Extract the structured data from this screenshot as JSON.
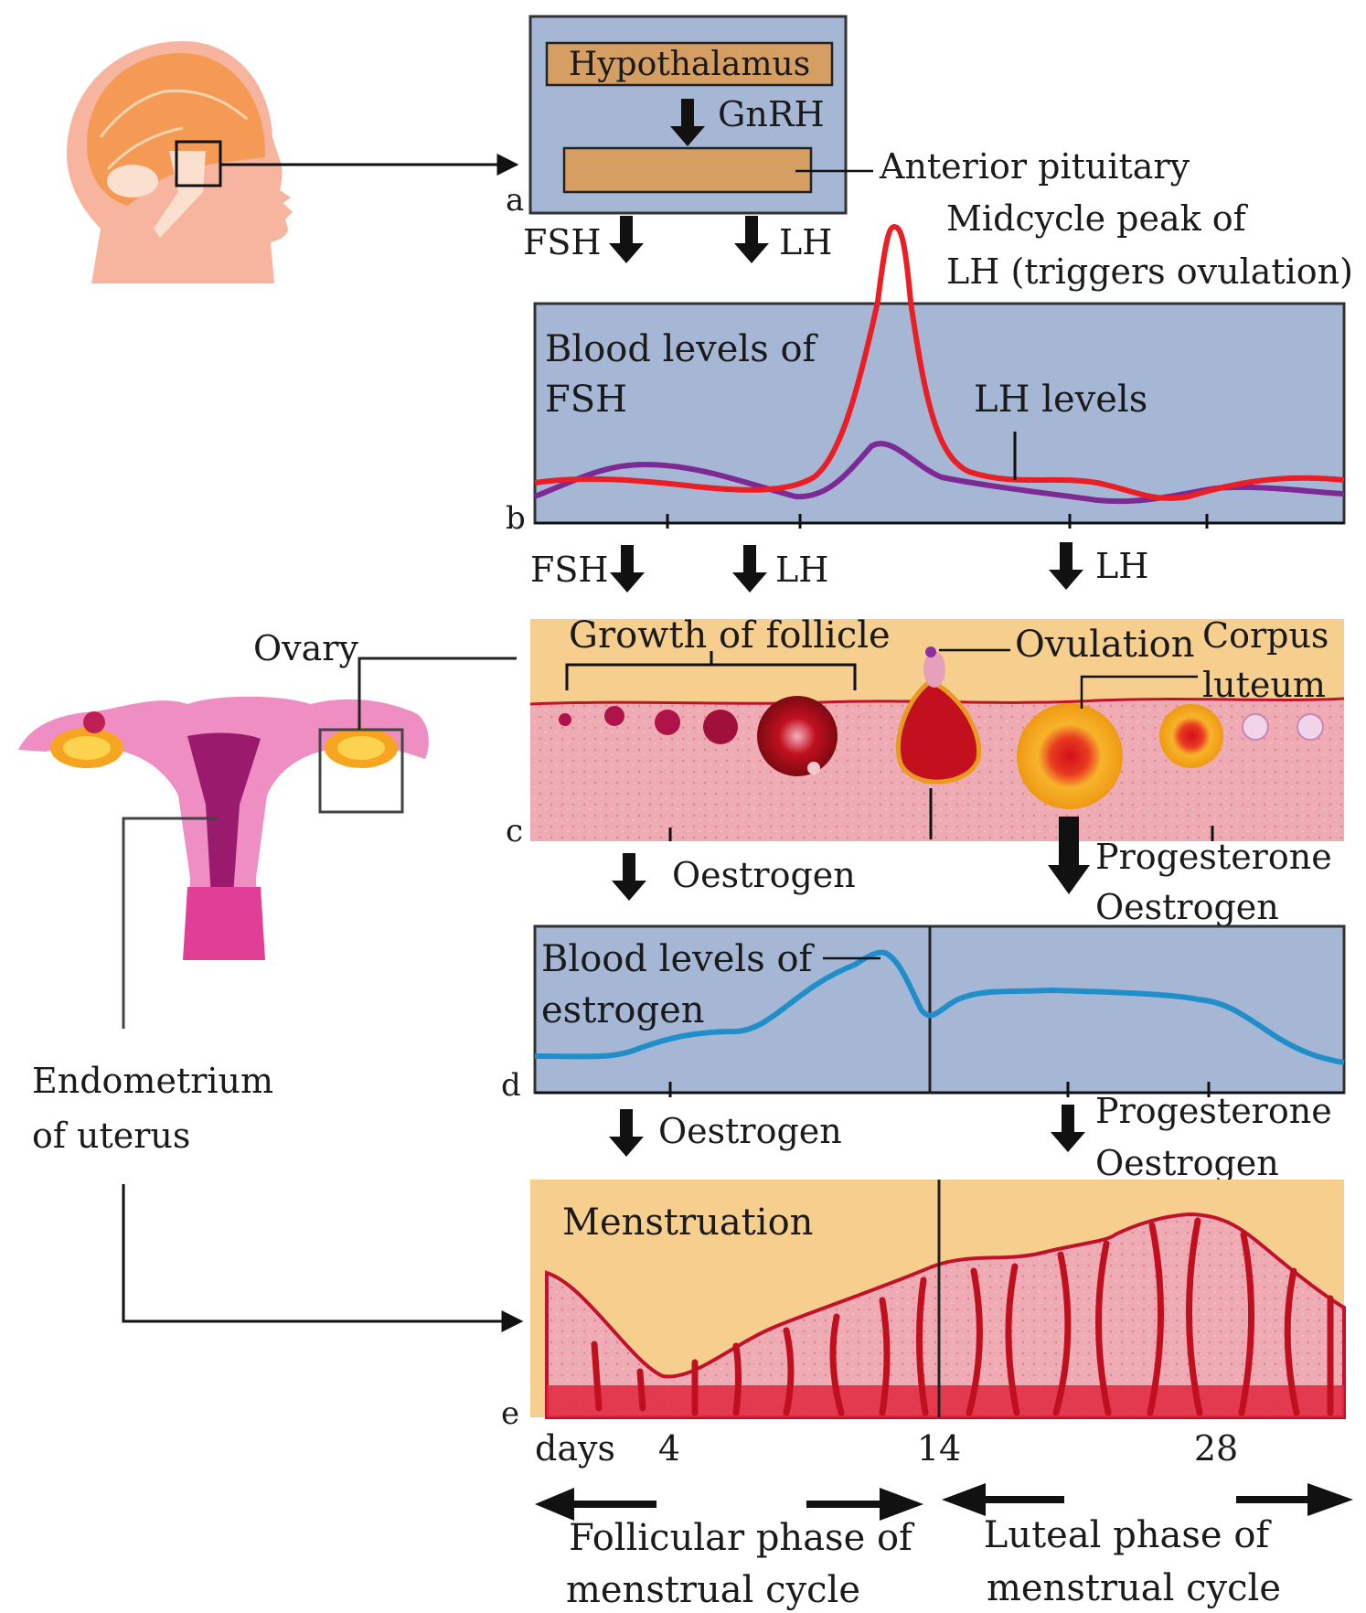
{
  "labels": {
    "hypothalamus": "Hypothalamus",
    "gnrh": "GnRH",
    "anterior_pituitary": "Anterior pituitary",
    "panel_a": "a",
    "fsh": "FSH",
    "lh": "LH",
    "midcycle_line1": "Midcycle peak of",
    "midcycle_line2": "LH (triggers ovulation)",
    "blood_fsh_line1": "Blood levels of",
    "blood_fsh_line2": "FSH",
    "lh_levels": "LH levels",
    "panel_b": "b",
    "ovary": "Ovary",
    "growth_of_follicle": "Growth of follicle",
    "ovulation": "Ovulation",
    "corpus_line1": "Corpus",
    "corpus_line2": "luteum",
    "panel_c": "c",
    "oestrogen": "Oestrogen",
    "progesterone": "Progesterone",
    "blood_estrogen_line1": "Blood levels of",
    "blood_estrogen_line2": "estrogen",
    "panel_d": "d",
    "endometrium_line1": "Endometrium",
    "endometrium_line2": "of uterus",
    "menstruation": "Menstruation",
    "panel_e": "e",
    "days": "days",
    "day4": "4",
    "day14": "14",
    "day28": "28",
    "follicular_line1": "Follicular phase of",
    "follicular_line2": "menstrual cycle",
    "luteal_line1": "Luteal phase of",
    "luteal_line2": "menstrual cycle"
  },
  "colors": {
    "panel_blue": "#a6b7d5",
    "box_tan": "#d59e62",
    "lh_red": "#ea1e25",
    "fsh_purple": "#7e2a94",
    "estrogen_blue": "#1f8ec9",
    "ovary_bg": "#f6cf8e",
    "tissue_pink": "#eeabb4",
    "uterus_magenta": "#c4308c"
  }
}
